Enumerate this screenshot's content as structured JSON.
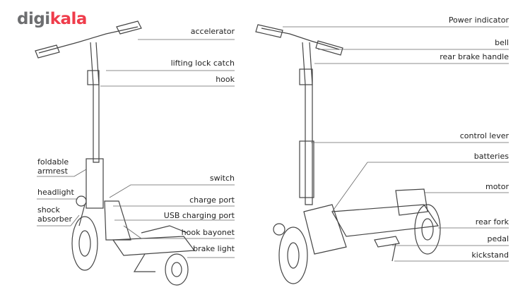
{
  "logo": {
    "part1": "digi",
    "part2": "kala"
  },
  "left_labels": {
    "accelerator": "accelerator",
    "lifting_lock_catch": "lifting lock catch",
    "hook": "hook",
    "switch": "switch",
    "charge_port": "charge port",
    "usb_charging_port": "USB charging port",
    "hook_bayonet": "hook bayonet",
    "brake_light": "brake light",
    "foldable_armrest_1": "foldable",
    "foldable_armrest_2": "armrest",
    "headlight": "headlight",
    "shock_absorber_1": "shock",
    "shock_absorber_2": "absorber"
  },
  "right_labels": {
    "power_indicator": "Power indicator",
    "bell": "bell",
    "rear_brake_handle": "rear brake handle",
    "control_lever": "control lever",
    "batteries": "batteries",
    "motor": "motor",
    "rear_fork": "rear fork",
    "pedal": "pedal",
    "kickstand": "kickstand"
  }
}
